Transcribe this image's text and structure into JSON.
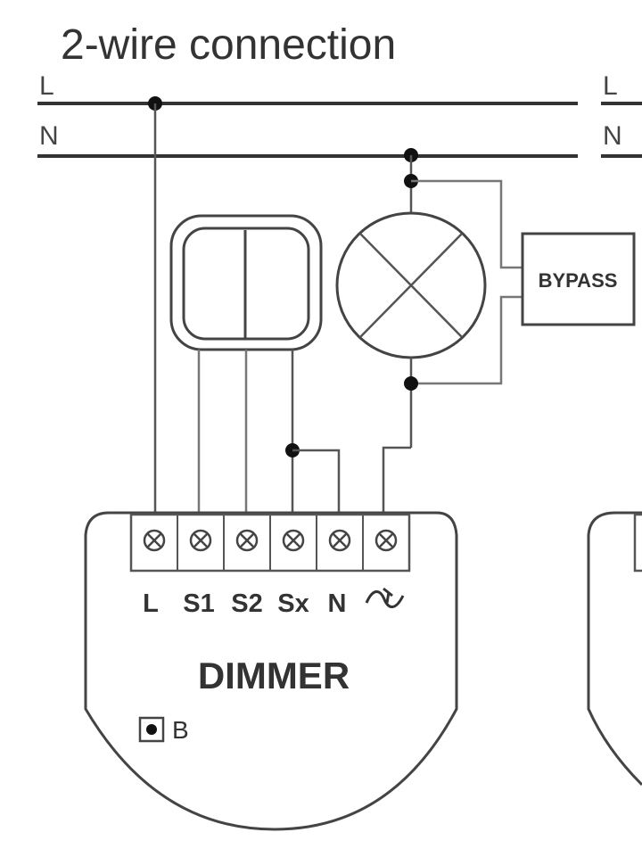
{
  "title": "2-wire connection",
  "lines": {
    "live_label": "L",
    "neutral_label": "N",
    "live_label_right": "L",
    "neutral_label_right": "N"
  },
  "bypass": {
    "label": "BYPASS"
  },
  "dimmer": {
    "name": "DIMMER",
    "terminals": [
      "L",
      "S1",
      "S2",
      "Sx",
      "N",
      "⌁"
    ],
    "button_label": "B"
  }
}
